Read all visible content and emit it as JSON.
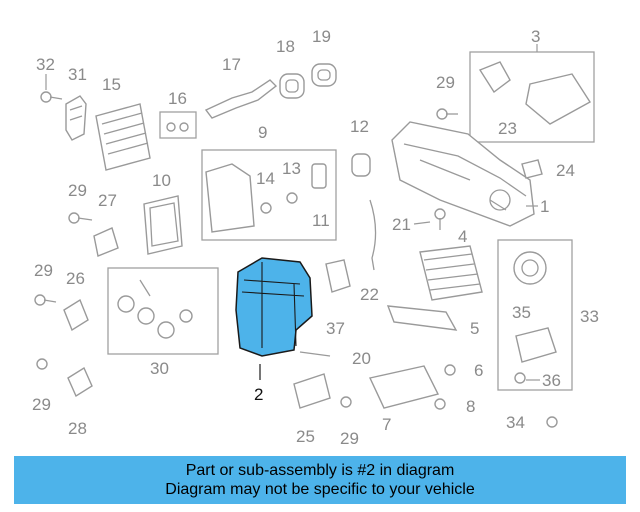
{
  "diagram": {
    "highlight_color": "#4db3ea",
    "callouts": {
      "c1": "1",
      "c2": "2",
      "c3": "3",
      "c4": "4",
      "c5": "5",
      "c6": "6",
      "c7": "7",
      "c8": "8",
      "c9": "9",
      "c10": "10",
      "c11": "11",
      "c12": "12",
      "c13": "13",
      "c14": "14",
      "c15": "15",
      "c16": "16",
      "c17": "17",
      "c18": "18",
      "c19": "19",
      "c20": "20",
      "c21": "21",
      "c22": "22",
      "c23": "23",
      "c24": "24",
      "c25": "25",
      "c26": "26",
      "c27": "27",
      "c28": "28",
      "c29a": "29",
      "c29b": "29",
      "c29c": "29",
      "c29d": "29",
      "c29e": "29",
      "c30": "30",
      "c31": "31",
      "c32": "32",
      "c33": "33",
      "c34": "34",
      "c35": "35",
      "c36": "36",
      "c37": "37"
    }
  },
  "banner": {
    "color": "#4db3ea",
    "line1": "Part or sub-assembly is #2 in diagram",
    "line2": "Diagram may not be specific to your vehicle"
  }
}
